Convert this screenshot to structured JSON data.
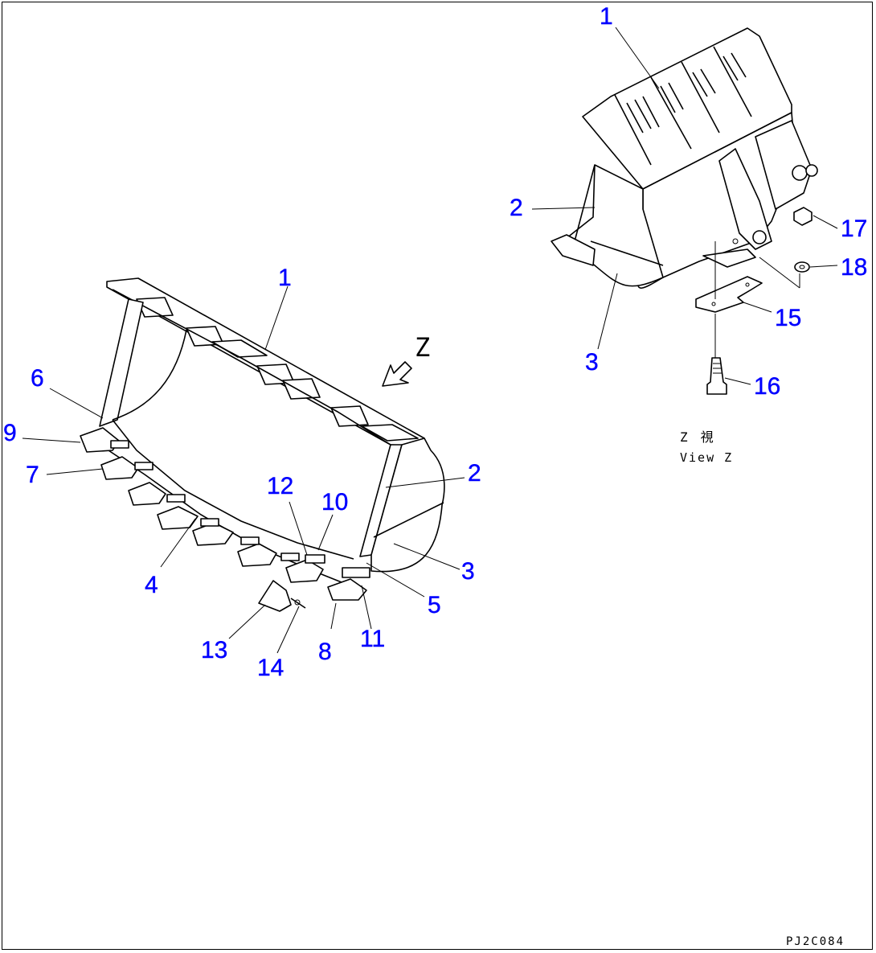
{
  "callouts": {
    "front": {
      "p1": "1",
      "p2": "2",
      "p3": "3",
      "p4": "4",
      "p5": "5",
      "p6": "6",
      "p7": "7",
      "p8": "8",
      "p9": "9",
      "p10": "10",
      "p11": "11",
      "p12": "12",
      "p13": "13",
      "p14": "14"
    },
    "rear": {
      "p1": "1",
      "p2": "2",
      "p3": "3",
      "p15": "15",
      "p16": "16",
      "p17": "17",
      "p18": "18"
    }
  },
  "view_arrow_label": "Z",
  "view_caption_jp": "Z　視",
  "view_caption_en": "View Z",
  "drawing_code": "PJ2C084"
}
